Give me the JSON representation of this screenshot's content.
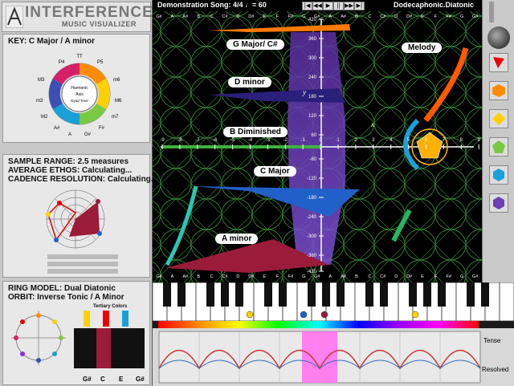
{
  "app": {
    "title": "INTERFERENCE",
    "subtitle": "MUSIC VISUALIZER"
  },
  "key_panel": {
    "label": "KEY: C Major / A minor",
    "wheel_labels": [
      "TT",
      "P4",
      "P5",
      "M3",
      "m6",
      "m3",
      "M6",
      "M2",
      "m7",
      "A#",
      "F#",
      "A",
      "G#"
    ],
    "center_lines": [
      "Harmonic",
      "Axis",
      "Dyad Tone"
    ]
  },
  "sample_panel": {
    "range": "SAMPLE RANGE: 2.5 measures",
    "ethos": "AVERAGE ETHOS: Calculating...",
    "cadence": "CADENCE RESOLUTION: Calculating..."
  },
  "ring_panel": {
    "model": "RING MODEL: Dual Diatonic",
    "orbit": "ORBIT: Inverse Tonic / A Minor",
    "tertiary": "Tertiary Colors",
    "note_labels": [
      "G#",
      "C",
      "E",
      "G#"
    ]
  },
  "topbar": {
    "song": "Demonstration Song: 4/4  ♩= 60",
    "mode": "Dodecaphonic.Diatonic",
    "transport": [
      "|◀",
      "◀◀",
      "▶",
      "||",
      "▶▶",
      "▶|"
    ]
  },
  "chords": [
    {
      "label": "G Major/ C#"
    },
    {
      "label": "D minor"
    },
    {
      "label": "B Diminished"
    },
    {
      "label": "C Major"
    },
    {
      "label": "A minor"
    },
    {
      "label": "Melody"
    }
  ],
  "axis": {
    "x_name": "x",
    "y_name": "y",
    "x_ticks": [
      "-9",
      "-8",
      "-7",
      "-6",
      "-5",
      "-4",
      "-3",
      "-2",
      "-1",
      "0",
      "1",
      "2",
      "3",
      "4",
      "5",
      "6",
      "7",
      "8",
      "9"
    ],
    "y_ticks": [
      "420",
      "360",
      "300",
      "240",
      "180",
      "120",
      "60",
      "-60",
      "-120",
      "-180",
      "-240",
      "-300",
      "-360",
      "-420"
    ],
    "note_row": [
      "G#",
      "A",
      "A#",
      "B",
      "C",
      "C#",
      "D",
      "D#",
      "E",
      "F",
      "F#",
      "G",
      "G#",
      "A",
      "A#",
      "B",
      "C",
      "C#",
      "D",
      "D#",
      "E",
      "F",
      "F#",
      "G",
      "G#"
    ]
  },
  "bottom": {
    "tense": "Tense",
    "resolved": "Resolved"
  },
  "colors": {
    "panel_bg": "#c8c8c8",
    "canvas_bg": "#000000",
    "grid_green": "#2e7d32",
    "y_axis_purple": "#6a3fb5",
    "highlight_pink": "#ff7ff0"
  }
}
